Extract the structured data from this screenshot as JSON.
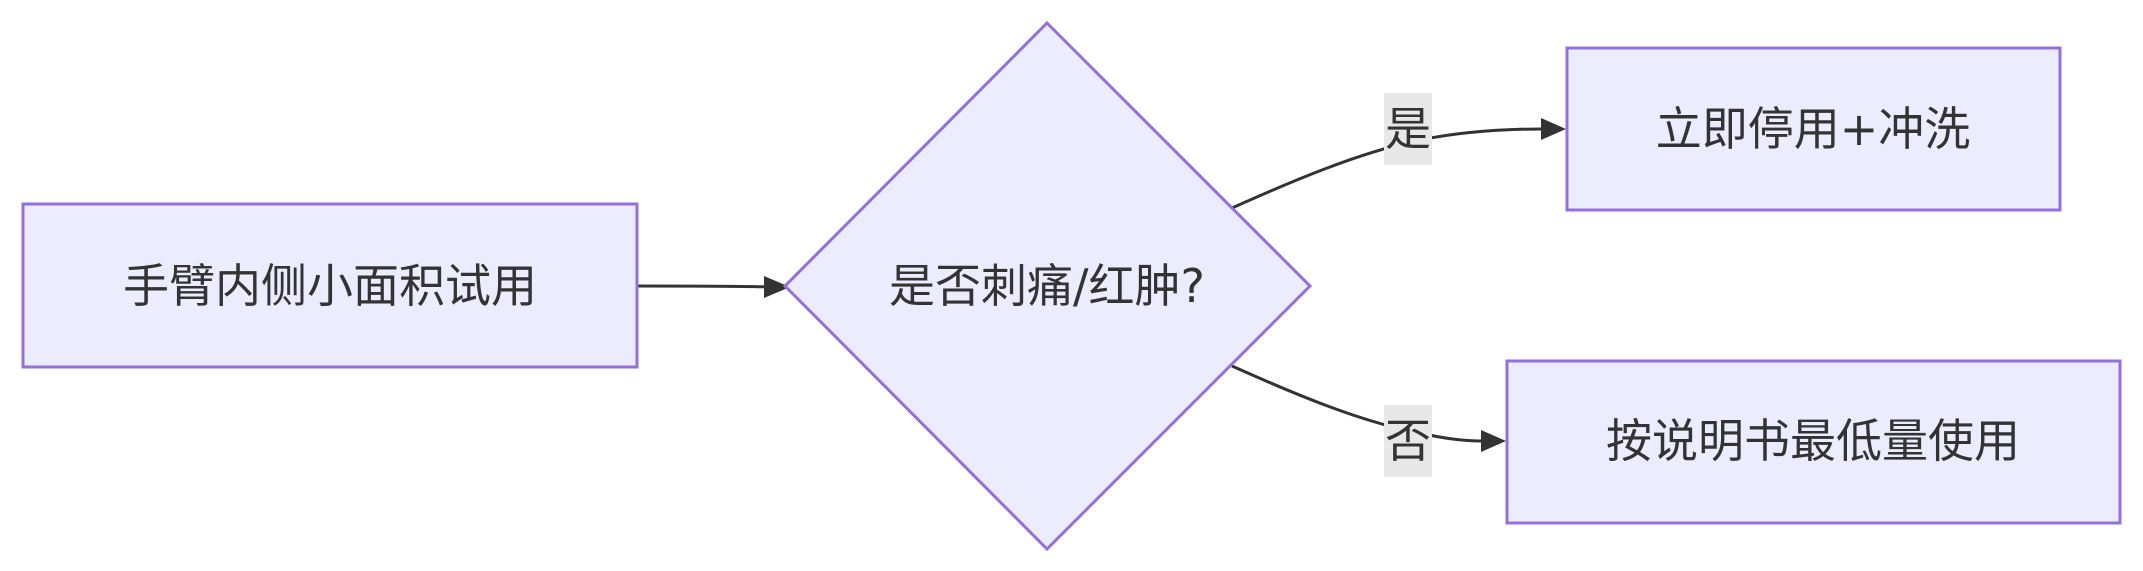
{
  "diagram": {
    "type": "flowchart",
    "direction": "LR",
    "nodes": {
      "start": {
        "label": "手臂内侧小面积试用",
        "shape": "rectangle"
      },
      "decision": {
        "label": "是否刺痛/红肿?",
        "shape": "diamond"
      },
      "yes_action": {
        "label": "立即停用+冲洗",
        "shape": "rectangle"
      },
      "no_action": {
        "label": "按说明书最低量使用",
        "shape": "rectangle"
      }
    },
    "edges": [
      {
        "from": "start",
        "to": "decision",
        "label": ""
      },
      {
        "from": "decision",
        "to": "yes_action",
        "label": "是"
      },
      {
        "from": "decision",
        "to": "no_action",
        "label": "否"
      }
    ],
    "colors": {
      "node_fill": "#ececff",
      "node_stroke": "#9370db",
      "edge": "#333333",
      "label_bg": "#e8e8e8",
      "text": "#333333"
    }
  }
}
